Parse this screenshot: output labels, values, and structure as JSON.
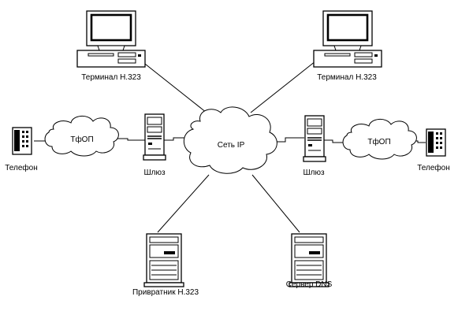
{
  "network": {
    "label": "Сеть IP"
  },
  "pstn": {
    "left_label": "ТфОП",
    "right_label": "ТфОП"
  },
  "terminals": {
    "left_label": "Терминал H.323",
    "right_label": "Терминал H.323"
  },
  "gateways": {
    "left_label": "Шлюз",
    "right_label": "Шлюз"
  },
  "phones": {
    "left_label": "Телефон",
    "right_label": "Телефон"
  },
  "gatekeeper": {
    "label": "Привратник H.323"
  },
  "dns": {
    "label": "Сервер DNS"
  },
  "colors": {
    "stroke": "#000000",
    "device_fill": "#ffffff",
    "screen": "#000000"
  }
}
